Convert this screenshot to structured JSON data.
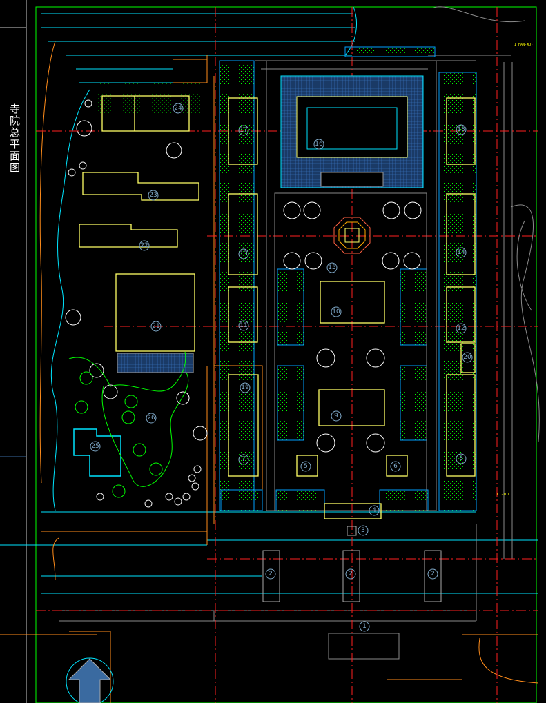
{
  "drawing": {
    "title": "寺院总平面图",
    "annotations": [
      "I HAN-WU-T",
      "TCT-IDI"
    ],
    "colors": {
      "background": "#000000",
      "building": "#ffff66",
      "axis": "#ff0000",
      "road": "#00e5ff",
      "site": "#ff8c1a",
      "planting": "#00ff00",
      "frame": "#00ff00",
      "grey": "#9a9a9a",
      "label": "#7fa9c9"
    },
    "labels": {
      "n1": "1",
      "n2": "2",
      "n3": "3",
      "n4": "4",
      "n5": "5",
      "n6": "6",
      "n7": "7",
      "n8": "8",
      "n9": "9",
      "n10": "10",
      "n11": "11",
      "n12": "12",
      "n13": "13",
      "n14": "14",
      "n15": "15",
      "n16": "16",
      "n17": "17",
      "n18": "18",
      "n19": "19",
      "n20": "20",
      "n21": "21",
      "n22": "22",
      "n23": "23",
      "n24": "24",
      "n25": "25",
      "n26": "26"
    }
  }
}
